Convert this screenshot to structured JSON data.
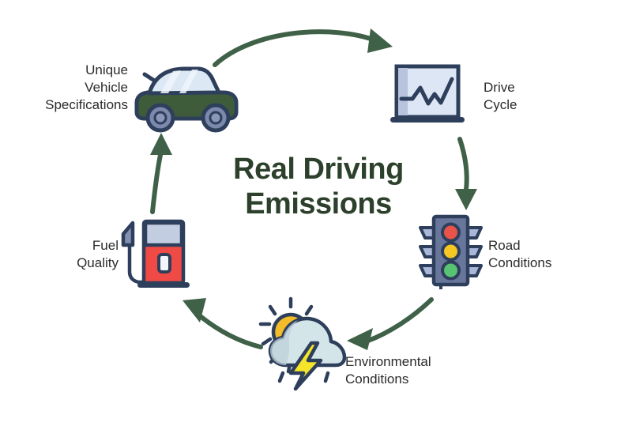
{
  "diagram": {
    "title_line1": "Real Driving",
    "title_line2": "Emissions",
    "title_full": "Real Driving Emissions",
    "type": "cyclic-process-diagram",
    "direction": "clockwise",
    "node_count": 5
  },
  "nodes": [
    {
      "id": "unique-vehicle-specifications",
      "label": "Unique\nVehicle\nSpecifications",
      "icon": "car-icon",
      "label_align": "right",
      "position": "top-left"
    },
    {
      "id": "drive-cycle",
      "label": "Drive\nCycle",
      "icon": "line-chart-icon",
      "label_align": "left",
      "position": "top-right"
    },
    {
      "id": "road-conditions",
      "label": "Road\nConditions",
      "icon": "traffic-light-icon",
      "label_align": "left",
      "position": "right"
    },
    {
      "id": "environmental-conditions",
      "label": "Environmental\nConditions",
      "icon": "sun-cloud-lightning-icon",
      "label_align": "left",
      "position": "bottom"
    },
    {
      "id": "fuel-quality",
      "label": "Fuel\nQuality",
      "icon": "fuel-pump-icon",
      "label_align": "right",
      "position": "left"
    }
  ],
  "arrows": [
    {
      "id": "arrow-vehicle-to-drive",
      "from": "unique-vehicle-specifications",
      "to": "drive-cycle",
      "shape": "curved"
    },
    {
      "id": "arrow-drive-to-road",
      "from": "drive-cycle",
      "to": "road-conditions",
      "shape": "curved"
    },
    {
      "id": "arrow-road-to-environmental",
      "from": "road-conditions",
      "to": "environmental-conditions",
      "shape": "curved"
    },
    {
      "id": "arrow-environmental-to-fuel",
      "from": "environmental-conditions",
      "to": "fuel-quality",
      "shape": "curved"
    },
    {
      "id": "arrow-fuel-to-vehicle",
      "from": "fuel-quality",
      "to": "unique-vehicle-specifications",
      "shape": "curved"
    }
  ],
  "colors": {
    "background": "#ffffff",
    "title_green": "#2c402c",
    "arrow_green": "#3f6147",
    "label_text": "#2b2b2b",
    "outline_navy": "#2e3f5c",
    "car_body_green": "#3f5c3a",
    "car_window_blue": "#dce9f5",
    "wheel_slate": "#7d88ad",
    "chart_fill": "#dde6f4",
    "chart_band": "#b8c4de",
    "traffic_body": "#69769c",
    "traffic_visor": "#aab7d8",
    "light_red": "#e8544a",
    "light_yellow": "#f6c722",
    "light_green": "#58c473",
    "sun_yellow": "#f5bc2a",
    "cloud_blue": "#d4e5ea",
    "cloud_blue_dark": "#bfd0d8",
    "bolt_yellow": "#f4e52a",
    "pump_red": "#ef4a45",
    "pump_top_blue": "#c2cde2",
    "pump_display": "#f2f5fb",
    "nozzle_slate": "#8490b1"
  }
}
